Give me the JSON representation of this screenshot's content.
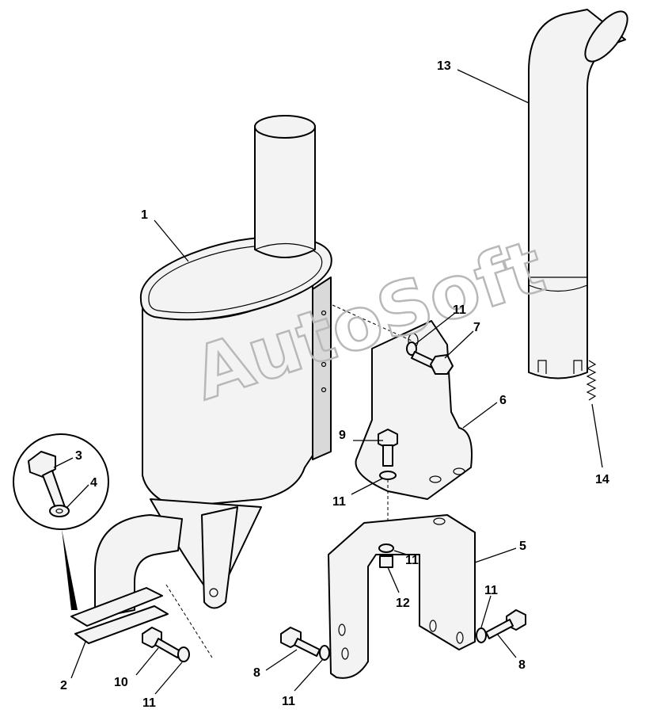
{
  "watermark": "AutoSoft",
  "callouts": {
    "c1": "1",
    "c2": "2",
    "c3": "3",
    "c4": "4",
    "c5": "5",
    "c6": "6",
    "c7": "7",
    "c8a": "8",
    "c8b": "8",
    "c9": "9",
    "c10": "10",
    "c11a": "11",
    "c11b": "11",
    "c11c": "11",
    "c11d": "11",
    "c11e": "11",
    "c11f": "11",
    "c12": "12",
    "c13": "13",
    "c14": "14"
  }
}
